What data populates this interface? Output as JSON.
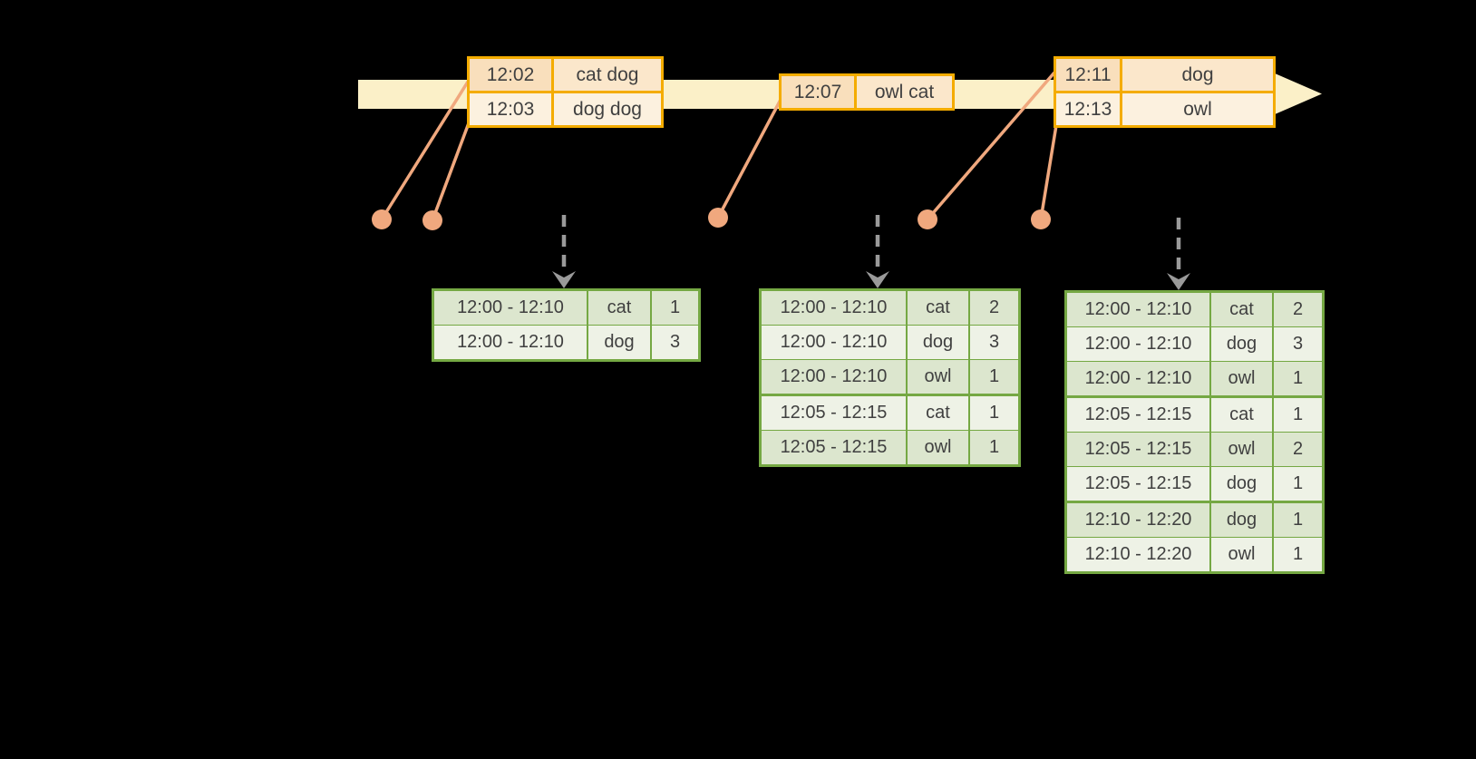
{
  "colors": {
    "background": "#000000",
    "timeline_band": "#FBF0C8",
    "event_border": "#F4AC00",
    "event_cell_dark": "#F9DFBC",
    "event_cell_mid": "#FBE7CB",
    "event_cell_light": "#FCF1DF",
    "connector": "#F0A87E",
    "trigger_arrow": "#9A9A9A",
    "result_border": "#75A843",
    "result_cell_dark": "#DCE6CE",
    "result_cell_light": "#EEF2E6",
    "cell_text": "#404040"
  },
  "event_tables": [
    {
      "id": "events-1",
      "rows": [
        [
          "12:02",
          "cat dog"
        ],
        [
          "12:03",
          "dog dog"
        ]
      ]
    },
    {
      "id": "events-2",
      "rows": [
        [
          "12:07",
          "owl cat"
        ]
      ]
    },
    {
      "id": "events-3",
      "rows": [
        [
          "12:11",
          "dog"
        ],
        [
          "12:13",
          "owl"
        ]
      ]
    }
  ],
  "result_tables": [
    {
      "id": "result-1",
      "rows": [
        [
          "12:00 - 12:10",
          "cat",
          "1"
        ],
        [
          "12:00 - 12:10",
          "dog",
          "3"
        ]
      ]
    },
    {
      "id": "result-2",
      "rows": [
        [
          "12:00 - 12:10",
          "cat",
          "2"
        ],
        [
          "12:00 - 12:10",
          "dog",
          "3"
        ],
        [
          "12:00 - 12:10",
          "owl",
          "1"
        ],
        [
          "12:05 - 12:15",
          "cat",
          "1"
        ],
        [
          "12:05 - 12:15",
          "owl",
          "1"
        ]
      ]
    },
    {
      "id": "result-3",
      "rows": [
        [
          "12:00 - 12:10",
          "cat",
          "2"
        ],
        [
          "12:00 - 12:10",
          "dog",
          "3"
        ],
        [
          "12:00 - 12:10",
          "owl",
          "1"
        ],
        [
          "12:05 - 12:15",
          "cat",
          "1"
        ],
        [
          "12:05 - 12:15",
          "owl",
          "2"
        ],
        [
          "12:05 - 12:15",
          "dog",
          "1"
        ],
        [
          "12:10 - 12:20",
          "dog",
          "1"
        ],
        [
          "12:10 - 12:20",
          "owl",
          "1"
        ]
      ]
    }
  ]
}
